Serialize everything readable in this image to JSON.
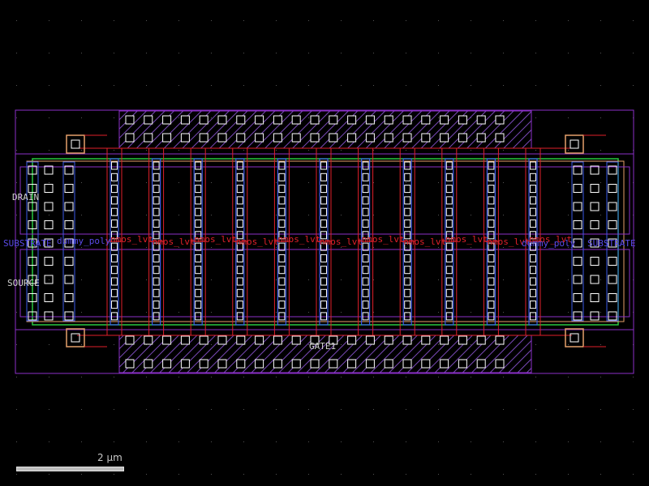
{
  "view": {
    "background": "#000000",
    "colors": {
      "outline": "#8b2fc9",
      "substrate": "#6b3fd0",
      "poly": "#e0202a",
      "active": "#28c840",
      "metal": "#3a5ae8",
      "contact": "#ffffff",
      "hatch": "#7a4ab8",
      "well": "#e6a06a",
      "label_blue": "#5a4ae8"
    }
  },
  "labels": {
    "drain": "DRAIN",
    "source": "SOURCE",
    "gate": "GATE1",
    "substrate_left": "SUBSTRATE",
    "substrate_right": "SUBSTRATE",
    "finger_label": "nmos_lvt",
    "dummy_left": "dummy_poly",
    "dummy_right": "dummy_poly"
  },
  "scale": {
    "label": "2 µm"
  },
  "fingers": {
    "count": 11
  }
}
